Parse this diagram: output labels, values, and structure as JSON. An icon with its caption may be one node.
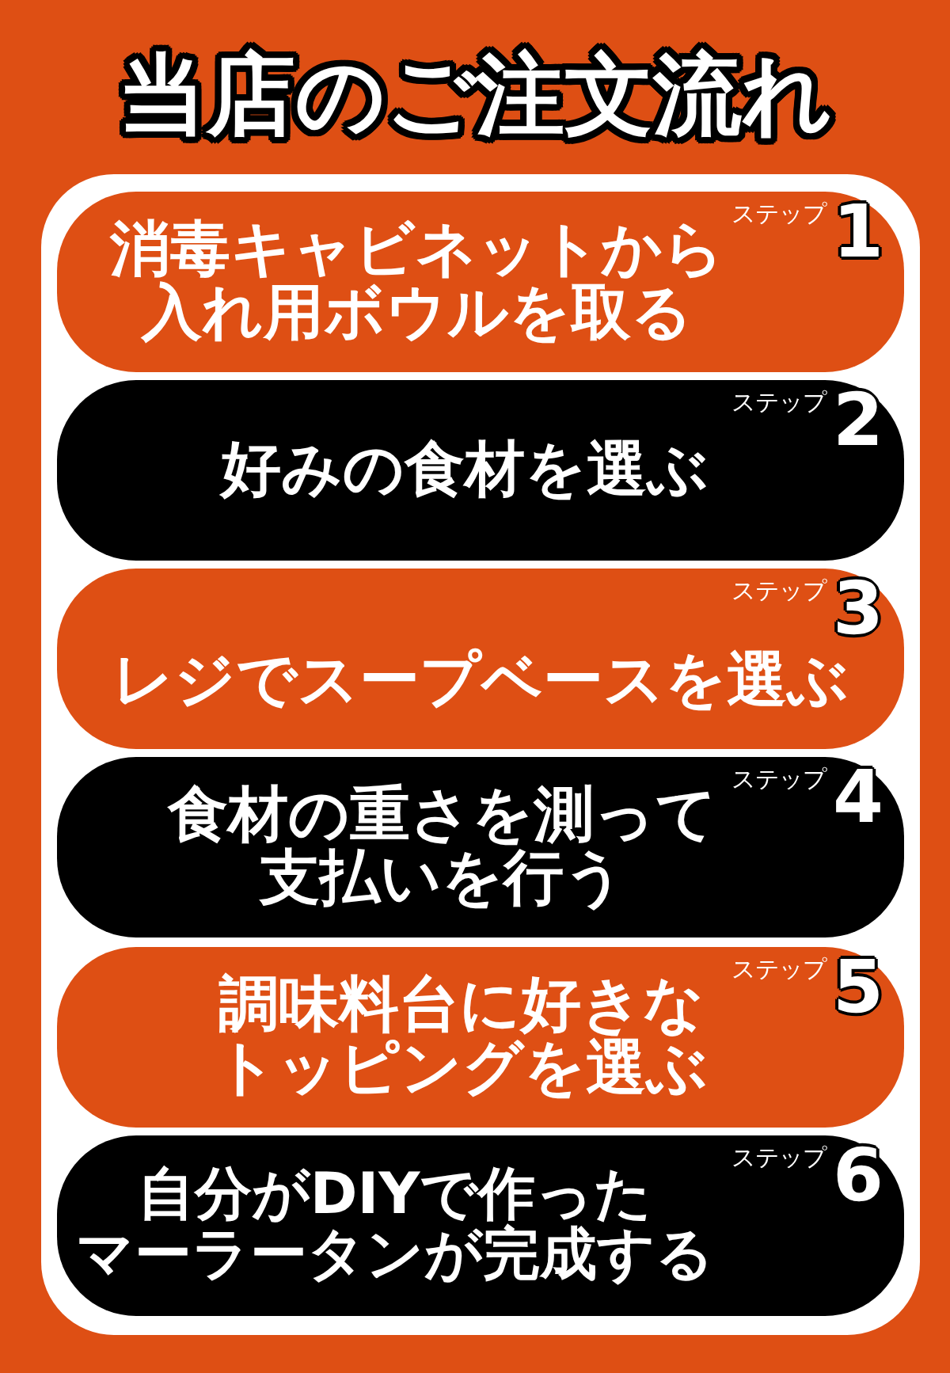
{
  "diagram": {
    "title": "当店のご注文流れ",
    "nodes": [
      {
        "text": [
          "消毒キャビネットから入れ用ボウルを取る",
          "ステップ",
          "1"
        ]
      },
      {
        "text": [
          "好みの食材を選ぶ",
          "ステップ",
          "2"
        ]
      },
      {
        "text": [
          "ステップ",
          "3",
          "レジでスープベースを選ぶ"
        ]
      },
      {
        "text": [
          "食材の重さを測って支払いを行う",
          "ステップ",
          "4"
        ]
      },
      {
        "text": [
          "調味料台に好きなトッピングを選ぶ",
          "ステップ",
          "5"
        ]
      },
      {
        "text": [
          "自分がDIYで作ったマーラータンが完成する",
          "ステップ",
          "6"
        ]
      }
    ]
  }
}
